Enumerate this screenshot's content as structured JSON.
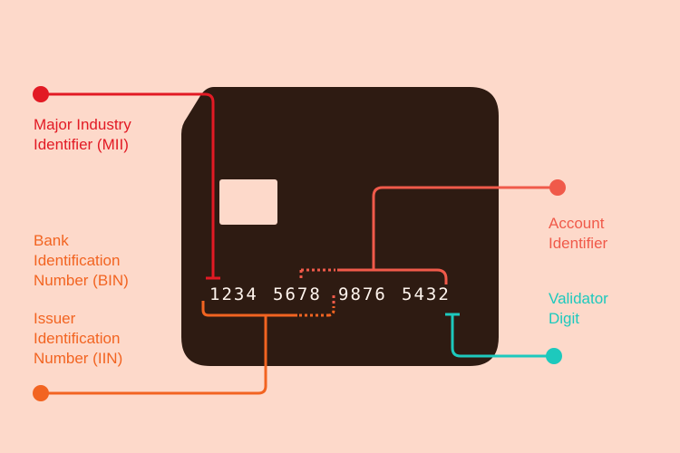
{
  "colors": {
    "background": "#fdd9ca",
    "card": "#2e1b12",
    "chip": "#fdd9ca",
    "digits": "#fff5ee",
    "mii": "#e21a24",
    "bin_iin": "#f26421",
    "account": "#f05a4a",
    "validator": "#1dc9bd"
  },
  "card": {
    "number_groups": [
      "1234",
      "5678",
      "9876",
      "5432"
    ]
  },
  "labels": {
    "mii": [
      "Major Industry",
      "Identifier (MII)"
    ],
    "bin": [
      "Bank",
      "Identification",
      "Number (BIN)"
    ],
    "iin": [
      "Issuer",
      "Identification",
      "Number (IIN)"
    ],
    "account": [
      "Account",
      "Identifier"
    ],
    "validator": [
      "Validator",
      "Digit"
    ]
  }
}
